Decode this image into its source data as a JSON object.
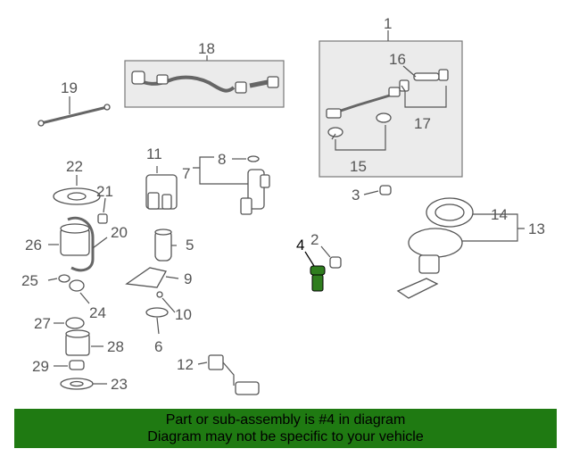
{
  "colors": {
    "banner_bg": "#1f7a12",
    "highlight": "#2f7d1e"
  },
  "callouts": [
    "1",
    "2",
    "3",
    "4",
    "5",
    "6",
    "7",
    "8",
    "9",
    "10",
    "11",
    "12",
    "13",
    "14",
    "15",
    "16",
    "17",
    "18",
    "19",
    "20",
    "21",
    "22",
    "23",
    "24",
    "25",
    "26",
    "27",
    "28",
    "29"
  ],
  "highlighted_part": "4",
  "banner": {
    "line1": "Part or sub-assembly is #4 in diagram",
    "line2": "Diagram may not be specific to your vehicle"
  }
}
